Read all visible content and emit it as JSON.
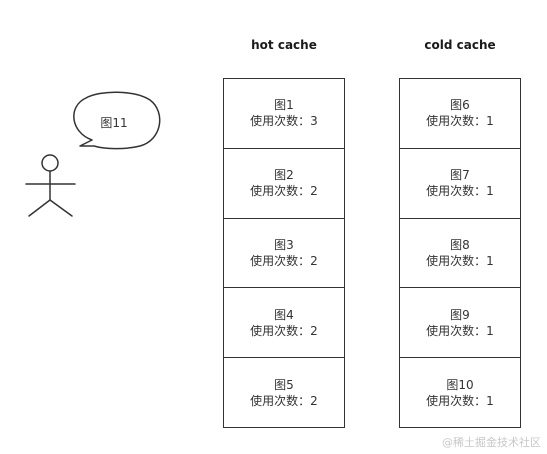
{
  "hot_cache": {
    "title": "hot cache",
    "items": [
      {
        "name": "图1",
        "usage": "使用次数：3"
      },
      {
        "name": "图2",
        "usage": "使用次数：2"
      },
      {
        "name": "图3",
        "usage": "使用次数：2"
      },
      {
        "name": "图4",
        "usage": "使用次数：2"
      },
      {
        "name": "图5",
        "usage": "使用次数：2"
      }
    ]
  },
  "cold_cache": {
    "title": "cold cache",
    "items": [
      {
        "name": "图6",
        "usage": "使用次数：1"
      },
      {
        "name": "图7",
        "usage": "使用次数：1"
      },
      {
        "name": "图8",
        "usage": "使用次数：1"
      },
      {
        "name": "图9",
        "usage": "使用次数：1"
      },
      {
        "name": "图10",
        "usage": "使用次数：1"
      }
    ]
  },
  "user": {
    "speech": "图11"
  },
  "watermark": "@稀土掘金技术社区"
}
